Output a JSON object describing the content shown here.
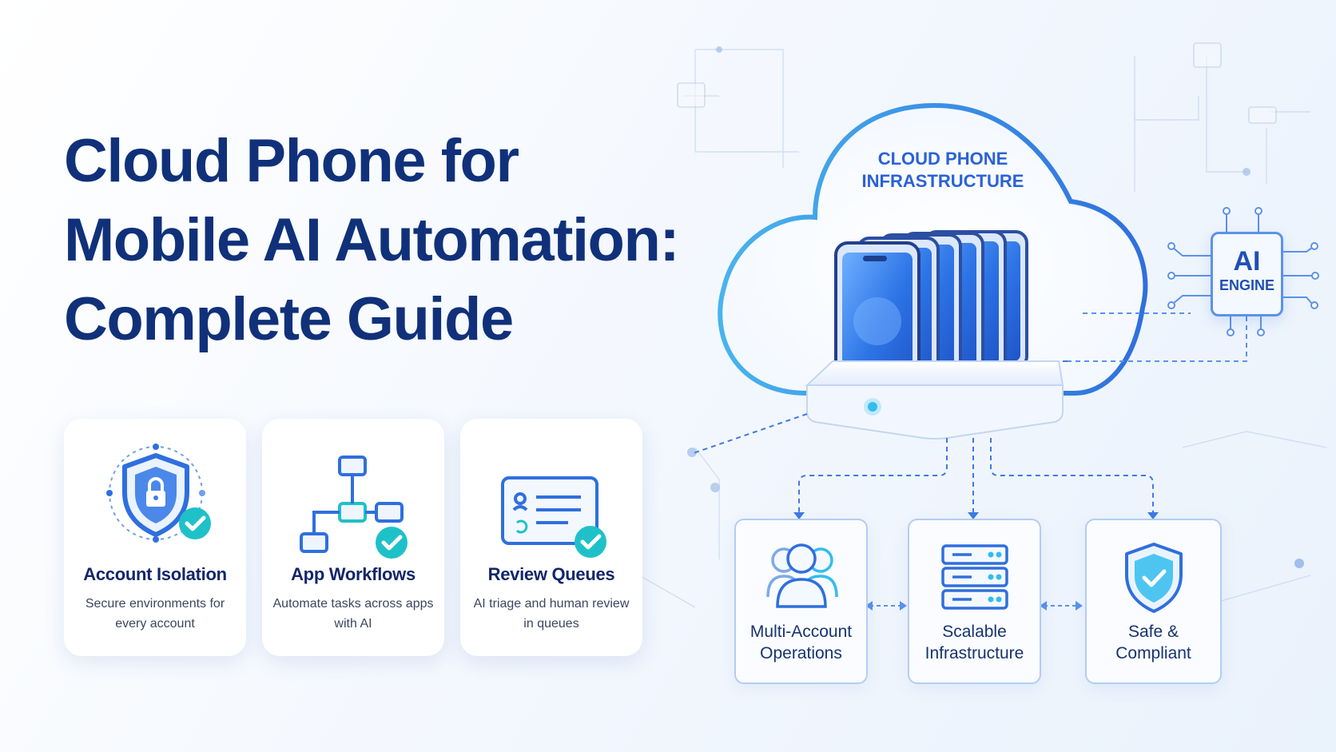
{
  "title": {
    "lines": [
      "Cloud Phone for",
      "Mobile AI Automation:",
      "Complete Guide"
    ]
  },
  "cards": [
    {
      "icon": "shield-lock-icon",
      "title": "Account Isolation",
      "description": "Secure environments for every account"
    },
    {
      "icon": "workflow-icon",
      "title": "App Workflows",
      "description": "Automate tasks across apps with AI"
    },
    {
      "icon": "review-list-icon",
      "title": "Review Queues",
      "description": "AI triage and human review in queues"
    }
  ],
  "diagram": {
    "cloud_label": [
      "CLOUD PHONE",
      "INFRASTRUCTURE"
    ],
    "ai_engine": {
      "line1": "AI",
      "line2": "ENGINE"
    },
    "features": [
      {
        "icon": "users-icon",
        "lines": [
          "Multi-Account",
          "Operations"
        ]
      },
      {
        "icon": "server-stack-icon",
        "lines": [
          "Scalable",
          "Infrastructure"
        ]
      },
      {
        "icon": "shield-check-icon",
        "lines": [
          "Safe &",
          "Compliant"
        ]
      }
    ]
  },
  "colors": {
    "title": "#10317a",
    "accent_blue": "#2f6fde",
    "check_teal": "#1fc1c8",
    "card_text": "#12266a",
    "border_light": "#b3cdf2"
  }
}
